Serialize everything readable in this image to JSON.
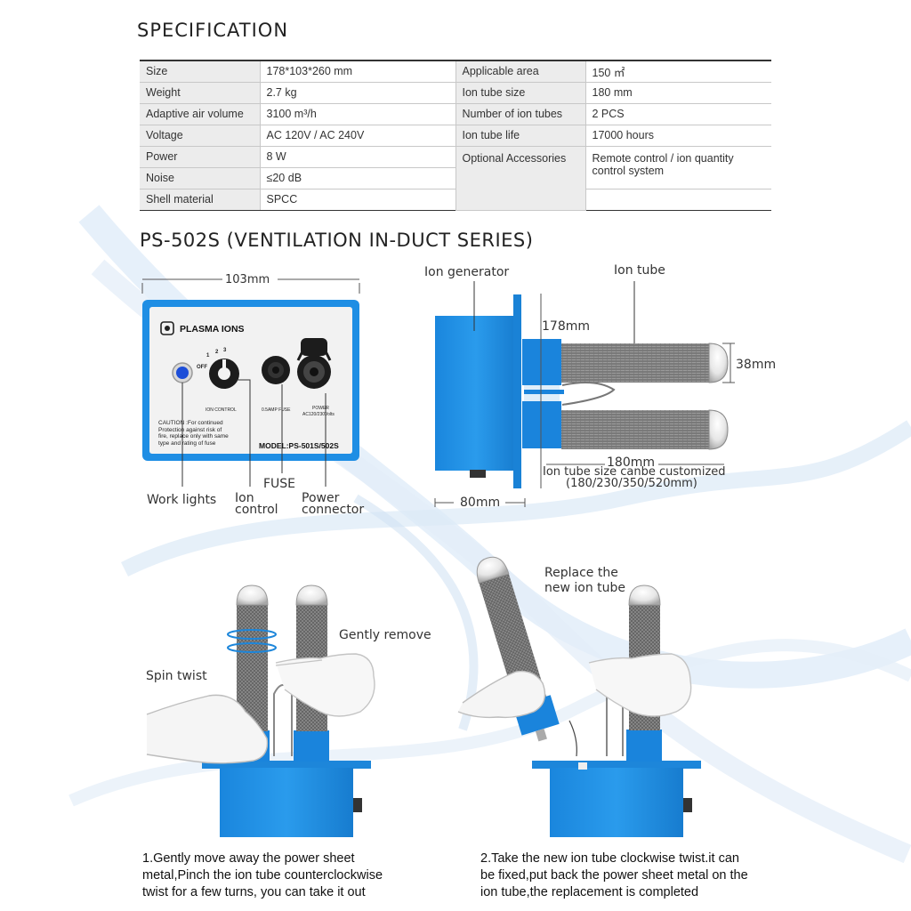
{
  "specification": {
    "title": "SPECIFICATION",
    "left": [
      {
        "label": "Size",
        "value": "178*103*260 mm"
      },
      {
        "label": "Weight",
        "value": "2.7 kg"
      },
      {
        "label": "Adaptive air volume",
        "value": "3100 m³/h"
      },
      {
        "label": "Voltage",
        "value": "AC 120V / AC 240V"
      },
      {
        "label": "Power",
        "value": "8 W"
      },
      {
        "label": "Noise",
        "value": "≤20 dB"
      },
      {
        "label": "Shell material",
        "value": "SPCC"
      }
    ],
    "right": [
      {
        "label": "Applicable area",
        "value": "150 ㎡"
      },
      {
        "label": "Ion tube size",
        "value": "180 mm"
      },
      {
        "label": "Number of ion tubes",
        "value": "2 PCS"
      },
      {
        "label": "Ion tube life",
        "value": "17000 hours"
      },
      {
        "label": "Optional Accessories",
        "value": "Remote control / ion quantity control system"
      }
    ]
  },
  "model": {
    "title": "PS-502S (VENTILATION IN-DUCT SERIES)"
  },
  "panel": {
    "width_dim": "103mm",
    "brand": "PLASMA IONS",
    "switch_positions": [
      "OFF",
      "1",
      "2",
      "3"
    ],
    "ion_control_label": "ION CONTROL",
    "fuse_label": "0.5AMP FUSE",
    "power_label_1": "POWER",
    "power_label_2": "AC120/230Volts",
    "caution": [
      "CAUTION :For continued",
      "Protection against risk of",
      "fire, replace only with same",
      "type and rating of fuse"
    ],
    "model_label": "MODEL:PS-501S/502S",
    "callouts": {
      "work_lights": "Work lights",
      "ion_control_1": "Ion",
      "ion_control_2": "control",
      "fuse": "FUSE",
      "power_1": "Power",
      "power_2": "connector"
    }
  },
  "side_view": {
    "ion_generator": "Ion generator",
    "ion_tube": "Ion tube",
    "height_dim": "178mm",
    "diameter_dim": "38mm",
    "length_dim": "180mm",
    "custom_note": "Ion tube size canbe customized",
    "custom_sizes": "(180/230/350/520mm)",
    "depth_dim": "80mm"
  },
  "instructions": {
    "left": {
      "spin_twist": "Spin twist",
      "gently_remove": "Gently remove",
      "step_lines": [
        "1.Gently move away the power sheet",
        "metal,Pinch the ion tube counterclockwise",
        "twist for a few turns, you can take it out"
      ]
    },
    "right": {
      "replace_1": "Replace the",
      "replace_2": "new ion tube",
      "step_lines": [
        "2.Take the new ion tube clockwise twist.it can",
        "be fixed,put back the power sheet metal on the",
        "ion tube,the replacement is completed"
      ]
    }
  },
  "colors": {
    "accent_blue": "#1d8fe0",
    "dark_blue": "#1672c4",
    "wave": "#cfe2f5"
  }
}
